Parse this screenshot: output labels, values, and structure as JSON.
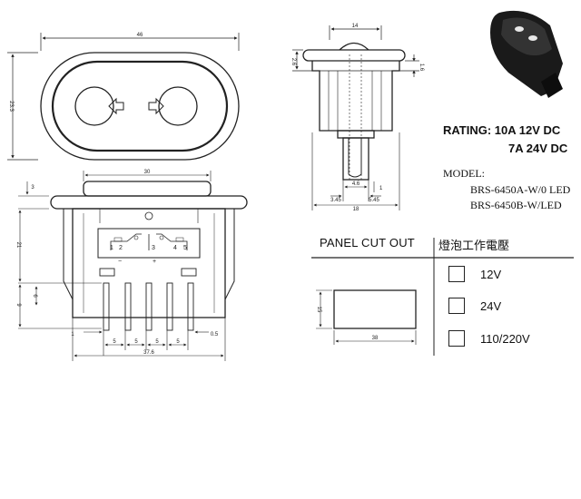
{
  "front_view": {
    "width_label": "46",
    "height_label": "23.3"
  },
  "side_view": {
    "top_width_label": "14",
    "left_height_label": "2.6",
    "right_height_label": "1.6",
    "pin_left_label": "4.6",
    "pin_right_label": "1",
    "pin_bottom_left_label": "3.45",
    "pin_bottom_right_label": "5.45",
    "overall_width_label": "18"
  },
  "bottom_view": {
    "top_width_label": "30",
    "left_top_label": "3",
    "left_mid_label": "21",
    "left_bottom_label": "9",
    "pin_height_label": "6",
    "pin_numbers": [
      "1",
      "2",
      "3",
      "4",
      "5"
    ],
    "minus_label": "−",
    "plus_label": "+",
    "pin_left_gap_label": "1",
    "pitch_labels": [
      "5",
      "5",
      "5",
      "5"
    ],
    "pin_thickness_label": "0.5",
    "overall_width_label": "37.6"
  },
  "rating": {
    "line1": "RATING: 10A 12V DC",
    "line2": "7A 24V DC"
  },
  "model": {
    "heading": "MODEL:",
    "items": [
      "BRS-6450A-W/0 LED",
      "BRS-6450B-W/LED"
    ]
  },
  "panel_cutout": {
    "title": "PANEL CUT OUT",
    "height_label": "15",
    "width_label": "38"
  },
  "lamp_voltage": {
    "title": "燈泡工作電壓",
    "options": [
      "12V",
      "24V",
      "110/220V"
    ]
  }
}
